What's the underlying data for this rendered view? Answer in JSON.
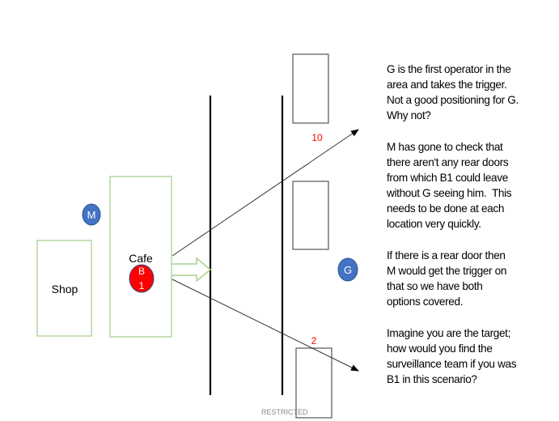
{
  "diagram": {
    "shop_label": "Shop",
    "cafe_label": "Cafe",
    "target_label_top": "B",
    "target_label_bottom": "1",
    "operator_m": "M",
    "operator_g": "G",
    "door_number_top": "10",
    "door_number_bottom": "2",
    "footer": "RESTRICTED",
    "colors": {
      "building": "#a9d18e",
      "operator": "#4472c4",
      "target": "#ff0000",
      "numbers": "#ff0000"
    }
  },
  "notes": [
    [
      "G is the first operator in the",
      "area and takes the trigger.",
      "Not a good positioning for G.",
      "Why not?"
    ],
    [
      "M has gone to check that",
      "there aren't any rear doors",
      "from which B1 could leave",
      "without G seeing him.  This",
      "needs to be done at each",
      "location very quickly."
    ],
    [
      "If there is a rear door then",
      "M would get the trigger on",
      "that so we have both",
      "options covered."
    ],
    [
      "Imagine you are the target;",
      "how would you find the",
      "surveillance team if you was",
      "B1 in this scenario?"
    ]
  ]
}
